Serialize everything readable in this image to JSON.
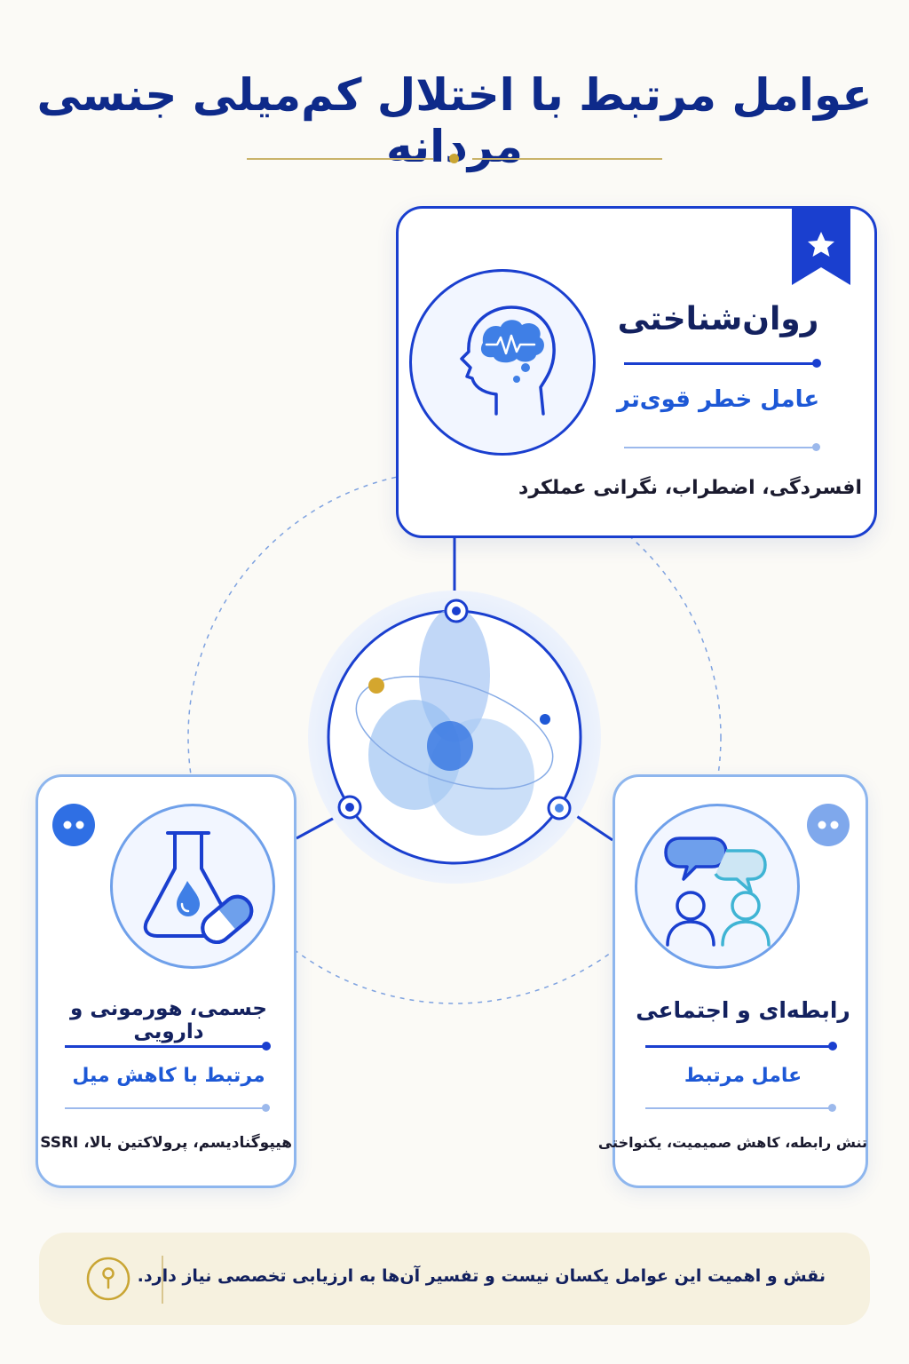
{
  "title": "عوامل مرتبط با اختلال کم‌میلی جنسی مردانه",
  "colors": {
    "primary": "#1a3fcf",
    "light_blue": "#8eb6ee",
    "accent_gold": "#c9a533",
    "note_background": "#f6f1df"
  },
  "cards": {
    "psych": {
      "title": "روان‌شناختی",
      "subtitle": "عامل خطر قوی‌تر",
      "description": "افسردگی، اضطراب، نگرانی عملکرد",
      "icon": "head-brain-icon",
      "badge_icon": "star-bookmark-icon"
    },
    "physical": {
      "title": "جسمی، هورمونی و دارویی",
      "subtitle": "مرتبط با کاهش میل",
      "description": "هیپوگنادیسم، پرولاکتین بالا، SSRI",
      "icon": "flask-pill-icon",
      "badge_icon": "dots-badge-icon"
    },
    "social": {
      "title": "رابطه‌ای و اجتماعی",
      "subtitle": "عامل مرتبط",
      "description": "تنش رابطه، کاهش صمیمیت، یکنواختی",
      "icon": "people-chat-icon",
      "badge_icon": "dots-badge-icon"
    }
  },
  "center_icon": "overlapping-circles-icon",
  "note": {
    "text": "نقش و اهمیت این عوامل یکسان نیست و تفسیر آن‌ها به ارزیابی تخصصی نیاز دارد.",
    "icon": "lightbulb-icon"
  }
}
